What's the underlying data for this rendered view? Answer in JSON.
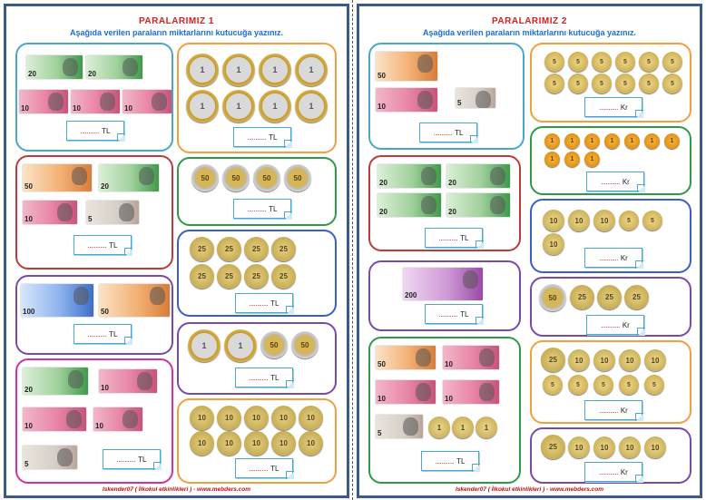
{
  "page1": {
    "title": "PARALARIMIZ  1",
    "subtitle": "Aşağıda verilen paraların miktarlarını kutucuğa yazınız.",
    "footer": "Iskender07 ( İlkokul etkinlikleri ) - www.mebders.com"
  },
  "page2": {
    "title": "PARALARIMIZ  2",
    "subtitle": "Aşağıda verilen paraların miktarlarını kutucuğa yazınız.",
    "footer": "Iskender07 ( İlkokul etkinlikleri ) - www.mebders.com"
  },
  "answer": {
    "dots": "............",
    "tl": "TL",
    "kr": "Kr"
  },
  "denominations": {
    "b5": "5",
    "b10": "10",
    "b20": "20",
    "b50": "50",
    "b100": "100",
    "b200": "200",
    "c1": "1",
    "c50": "50",
    "c25": "25",
    "c10": "10",
    "c5": "5",
    "c1k": "1"
  },
  "colors": {
    "border": "#3a5a8c",
    "title": "#d42020",
    "subtitle": "#1b6fd0",
    "box_teal": "#4aa7c8",
    "box_orange": "#f0a040",
    "box_red": "#c0393b",
    "box_green": "#2e9a48",
    "box_blue": "#3a5fc8",
    "box_purple": "#7a4aa8",
    "box_magenta": "#d030a0"
  }
}
